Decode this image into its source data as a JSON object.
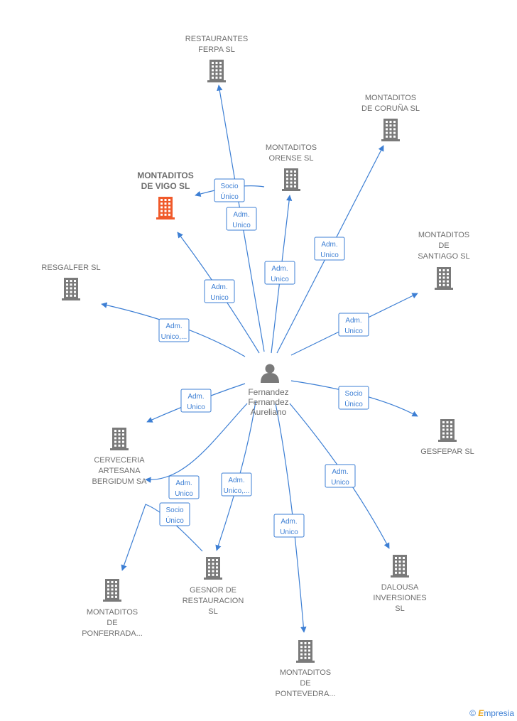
{
  "colors": {
    "edge": "#3d7fd4",
    "building": "#7a7a7a",
    "focus_building": "#f05a2b",
    "label": "#6e6e6e"
  },
  "center": {
    "name_lines": [
      "Fernandez",
      "Fernandez",
      "Aureliano"
    ],
    "icon": "person-icon"
  },
  "companies": [
    {
      "id": "ferpa",
      "lines": [
        "RESTAURANTES",
        "FERPA  SL"
      ],
      "focus": false
    },
    {
      "id": "coruna",
      "lines": [
        "MONTADITOS",
        "DE CORUÑA SL"
      ],
      "focus": false
    },
    {
      "id": "orense",
      "lines": [
        "MONTADITOS",
        "ORENSE  SL"
      ],
      "focus": false
    },
    {
      "id": "vigo",
      "lines": [
        "MONTADITOS",
        "DE VIGO  SL"
      ],
      "focus": true
    },
    {
      "id": "santiago",
      "lines": [
        "MONTADITOS",
        "DE",
        "SANTIAGO  SL"
      ],
      "focus": false
    },
    {
      "id": "resgalfer",
      "lines": [
        "RESGALFER SL"
      ],
      "focus": false
    },
    {
      "id": "gesfepar",
      "lines": [
        "GESFEPAR  SL"
      ],
      "focus": false
    },
    {
      "id": "bergidum",
      "lines": [
        "CERVECERIA",
        "ARTESANA",
        "BERGIDUM SA"
      ],
      "focus": false
    },
    {
      "id": "ponferrada",
      "lines": [
        "MONTADITOS",
        "DE",
        "PONFERRADA..."
      ],
      "focus": false
    },
    {
      "id": "gesnor",
      "lines": [
        "GESNOR DE",
        "RESTAURACION",
        "SL"
      ],
      "focus": false
    },
    {
      "id": "pontevedra",
      "lines": [
        "MONTADITOS",
        "DE",
        "PONTEVEDRA..."
      ],
      "focus": false
    },
    {
      "id": "dalousa",
      "lines": [
        "DALOUSA",
        "INVERSIONES",
        "SL"
      ],
      "focus": false
    }
  ],
  "relations": [
    {
      "target": "ferpa",
      "lines": [
        "Adm.",
        "Unico"
      ]
    },
    {
      "target": "vigo",
      "lines": [
        "Socio",
        "Único"
      ]
    },
    {
      "target": "orense",
      "lines": [
        "Adm.",
        "Unico"
      ]
    },
    {
      "target": "coruna",
      "lines": [
        "Adm.",
        "Unico"
      ]
    },
    {
      "target": "vigo",
      "lines": [
        "Adm.",
        "Unico"
      ]
    },
    {
      "target": "santiago",
      "lines": [
        "Adm.",
        "Unico"
      ]
    },
    {
      "target": "resgalfer",
      "lines": [
        "Adm.",
        "Unico,..."
      ]
    },
    {
      "target": "gesfepar",
      "lines": [
        "Socio",
        "Único"
      ]
    },
    {
      "target": "bergidum",
      "lines": [
        "Adm.",
        "Unico"
      ]
    },
    {
      "target": "gesnor",
      "lines": [
        "Adm.",
        "Unico,..."
      ]
    },
    {
      "target": "bergidum",
      "lines": [
        "Adm.",
        "Unico"
      ]
    },
    {
      "target": "ponferrada",
      "lines": [
        "Socio",
        "Único"
      ]
    },
    {
      "target": "pontevedra",
      "lines": [
        "Adm.",
        "Unico"
      ]
    },
    {
      "target": "dalousa",
      "lines": [
        "Adm.",
        "Unico"
      ]
    }
  ],
  "footer": {
    "copyright": "©",
    "brand_initial": "E",
    "brand_rest": "mpresia"
  }
}
